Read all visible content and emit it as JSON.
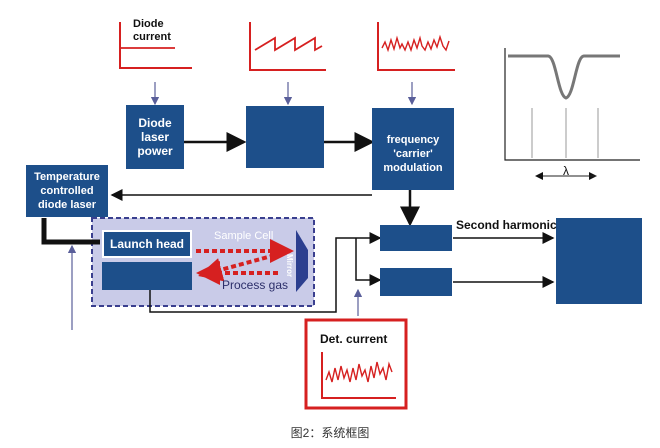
{
  "labels": {
    "diode_current": "Diode current",
    "diode_laser_power": "Diode laser power",
    "frequency_carrier": "frequency 'carrier' modulation",
    "temp_controlled": "Temperature controlled diode laser",
    "launch_head": "Launch head",
    "sample_cell": "Sample Cell",
    "mirror": "Mirror",
    "process_gas": "Process gas",
    "second_harmonic": "Second harmonic",
    "det_current": "Det. current",
    "lambda": "λ"
  },
  "caption": "图2：系统框图",
  "colors": {
    "block": "#1d4f8a",
    "signal": "#d62020",
    "cell_bg": "#c9cbe8",
    "cell_border": "#3a3f8f",
    "thin_arrow": "#5a5f9a"
  }
}
